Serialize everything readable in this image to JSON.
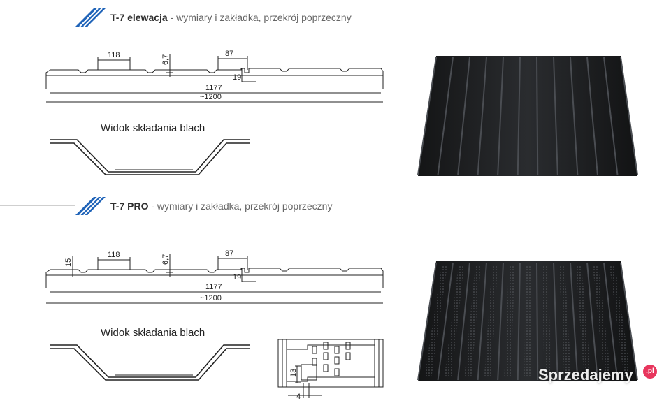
{
  "section1": {
    "product": "T-7 elewacja",
    "subtitle": " - wymiary i zakładka, przekrój poprzeczny",
    "dims": {
      "rib_width": "118",
      "height": "6,7",
      "overlap": "87",
      "overlap_depth": "19",
      "effective": "1177",
      "total": "~1200"
    },
    "fold_caption": "Widok składania blach"
  },
  "section2": {
    "product": "T-7 PRO",
    "subtitle": " - wymiary i zakładka, przekrój poprzeczny",
    "dims": {
      "edge": "15",
      "rib_width": "118",
      "height": "6,7",
      "overlap": "87",
      "overlap_depth": "19",
      "effective": "1177",
      "total": "~1200"
    },
    "fold_caption": "Widok składania blach",
    "detail": {
      "hole_height": "13",
      "hole_width": "4"
    }
  },
  "watermark": {
    "text": "Sprzedajemy",
    "badge": ".pl"
  },
  "colors": {
    "logo_blue": "#1f63b8",
    "sheet": "#1e1f21",
    "line": "#222222"
  }
}
